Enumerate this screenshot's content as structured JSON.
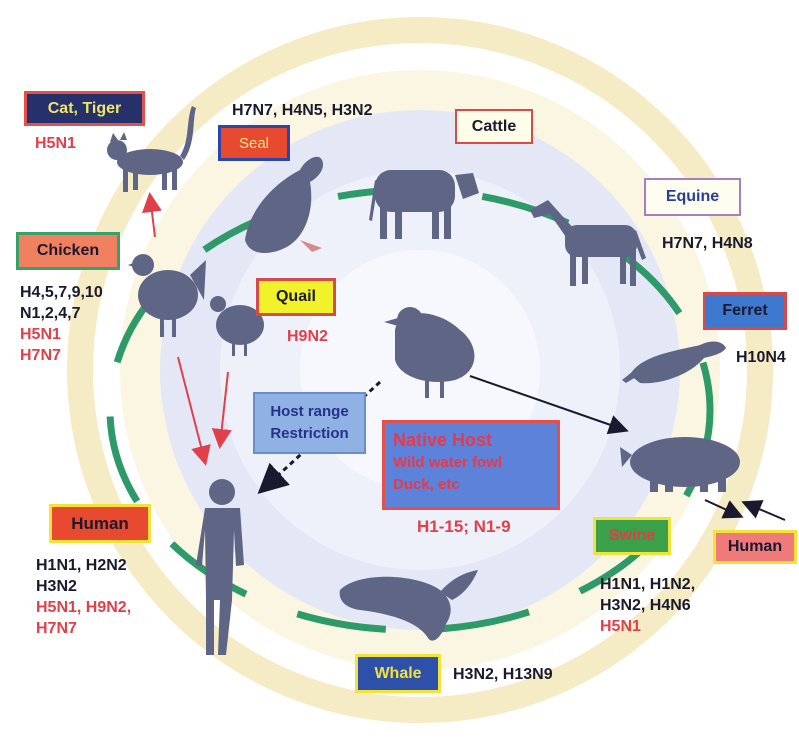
{
  "colors": {
    "ring": "#2e9a6a",
    "watermark_ring": "#f3e6b0",
    "watermark_inner": "#dfe3f3",
    "silhouette": "#5f6585",
    "arrow_red": "#e0404a",
    "text_dark": "#1a1a2e",
    "text_red": "#e0404a"
  },
  "hosts": {
    "cat_tiger": {
      "label": "Cat, Tiger",
      "subtypes": [
        "H5N1"
      ],
      "icon": "cat-icon"
    },
    "seal": {
      "label": "Seal",
      "subtypes": [
        "H7N7, H4N5, H3N2"
      ],
      "icon": "seal-icon"
    },
    "cattle": {
      "label": "Cattle",
      "icon": "cattle-icon"
    },
    "equine": {
      "label": "Equine",
      "subtypes": [
        "H7N7, H4N8"
      ],
      "icon": "horse-icon"
    },
    "chicken": {
      "label": "Chicken",
      "subtypes": [
        "H4,5,7,9,10",
        "N1,2,4,7"
      ],
      "subtypes_red": [
        "H5N1",
        "H7N7"
      ],
      "icon": "chicken-icon"
    },
    "quail": {
      "label": "Quail",
      "subtypes": [
        "H9N2"
      ],
      "icon": "quail-icon"
    },
    "ferret": {
      "label": "Ferret",
      "subtypes": [
        "H10N4"
      ],
      "icon": "ferret-icon"
    },
    "human_left": {
      "label": "Human",
      "subtypes": [
        "H1N1, H2N2",
        "H3N2"
      ],
      "subtypes_red": [
        "H5N1, H9N2,",
        "H7N7"
      ],
      "icon": "human-icon"
    },
    "swine": {
      "label": "Swine",
      "subtypes": [
        "H1N1, H1N2,",
        "H3N2, H4N6"
      ],
      "subtypes_red": [
        "H5N1"
      ],
      "icon": "pig-icon"
    },
    "human_right": {
      "label": "Human"
    },
    "whale": {
      "label": "Whale",
      "subtypes": [
        "H3N2, H13N9"
      ],
      "icon": "whale-icon"
    }
  },
  "center": {
    "host_range": {
      "line1": "Host range",
      "line2": "Restriction"
    },
    "native_host": {
      "title": "Native Host",
      "line1": "Wild water fowl",
      "line2": "Duck, etc",
      "subtypes": "H1-15; N1-9",
      "icon": "duck-icon"
    }
  }
}
